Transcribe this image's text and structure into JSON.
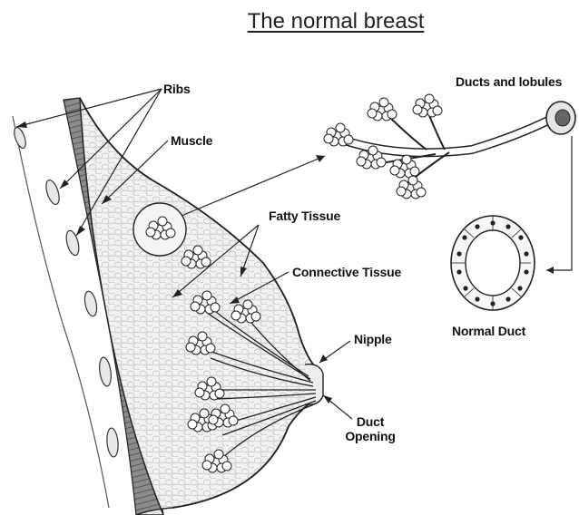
{
  "title": "The normal breast",
  "labels": {
    "ribs": "Ribs",
    "muscle": "Muscle",
    "ducts_and_lobules": "Ducts and lobules",
    "fatty_tissue": "Fatty Tissue",
    "connective_tissue": "Connective Tissue",
    "normal_duct": "Normal Duct",
    "nipple": "Nipple",
    "duct_opening_line1": "Duct",
    "duct_opening_line2": "Opening"
  },
  "colors": {
    "line": "#1a1a1a",
    "shade": "#9a9a9a",
    "background": "#ffffff"
  }
}
